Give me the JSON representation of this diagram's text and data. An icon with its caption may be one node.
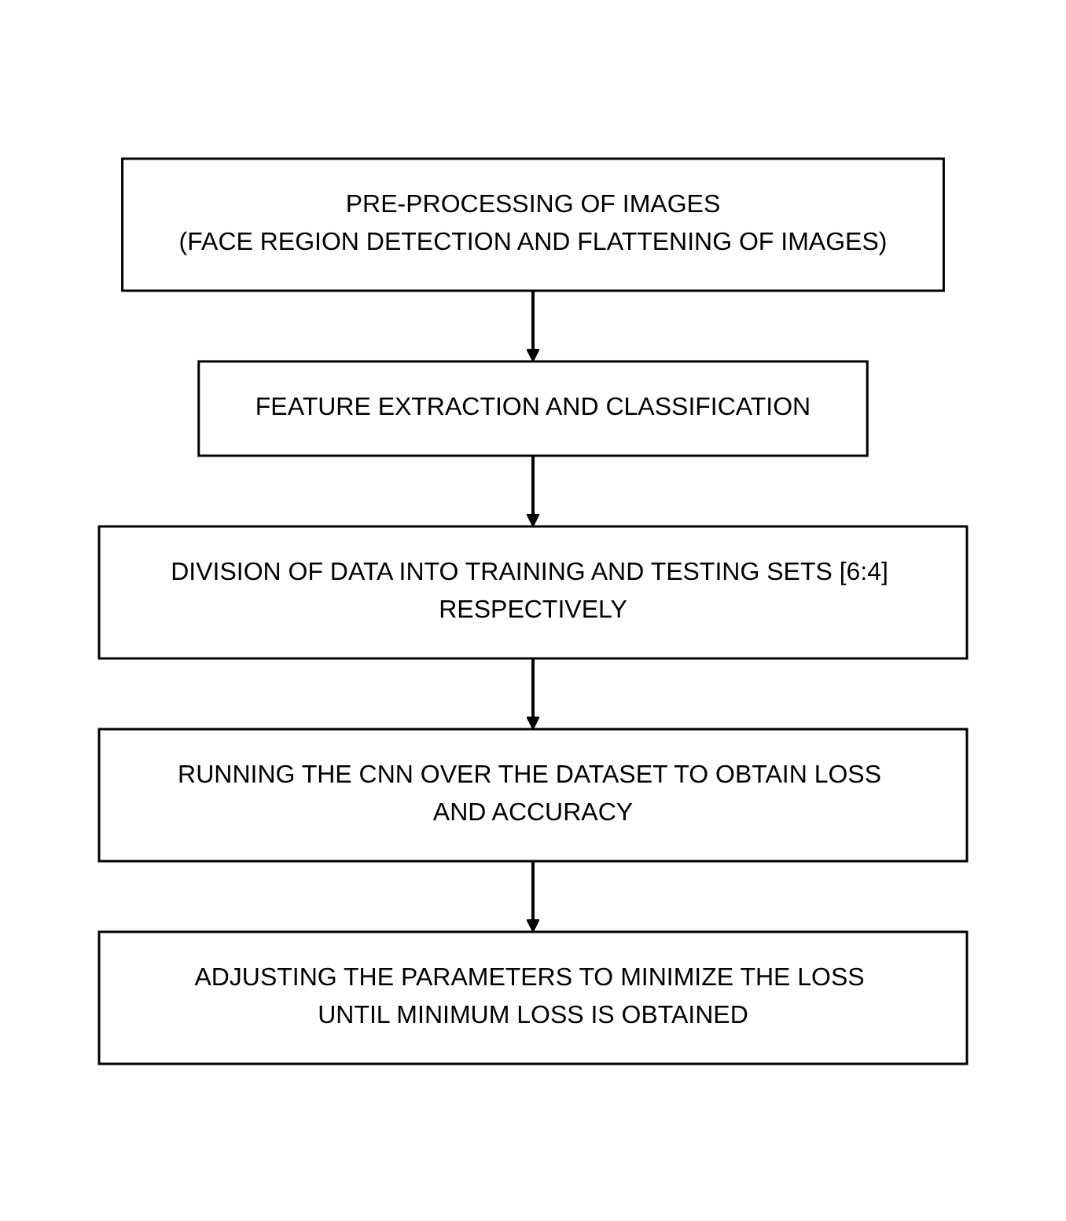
{
  "diagram": {
    "nodes": [
      {
        "text": [
          "PRE-PROCESSING OF IMAGES",
          "(FACE REGION DETECTION AND FLATTENING OF IMAGES)"
        ]
      },
      {
        "text": [
          "FEATURE EXTRACTION AND CLASSIFICATION"
        ]
      },
      {
        "text": [
          "DIVISION OF DATA INTO TRAINING AND TESTING SETS [6:4] RESPECTIVELY"
        ]
      },
      {
        "text": [
          "RUNNING THE CNN OVER THE DATASET TO OBTAIN LOSS AND ACCURACY"
        ]
      },
      {
        "text": [
          "ADJUSTING THE PARAMETERS TO MINIMIZE THE LOSS UNTIL MINIMUM LOSS IS OBTAINED"
        ]
      }
    ],
    "edges": [
      {
        "from": 0,
        "to": 1,
        "arrow": "to"
      },
      {
        "from": 1,
        "to": 2,
        "arrow": "to"
      },
      {
        "from": 2,
        "to": 3,
        "arrow": "to"
      },
      {
        "from": 3,
        "to": 4,
        "arrow": "to"
      }
    ]
  }
}
